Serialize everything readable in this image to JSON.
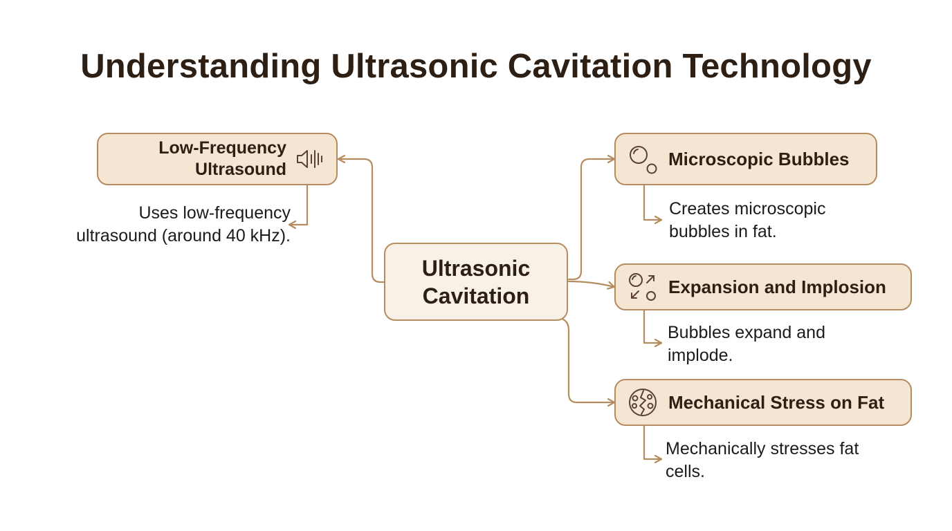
{
  "title": "Understanding Ultrasonic Cavitation Technology",
  "center": {
    "line1": "Ultrasonic",
    "line2": "Cavitation"
  },
  "nodes": {
    "frequency": {
      "line1": "Low-Frequency",
      "line2": "Ultrasound",
      "icon": "speaker-sound-wave-icon",
      "desc_line1": "Uses low-frequency",
      "desc_line2": "ultrasound (around 40 kHz)."
    },
    "bubbles": {
      "label": "Microscopic Bubbles",
      "icon": "bubbles-icon",
      "desc_line1": "Creates microscopic",
      "desc_line2": "bubbles in fat."
    },
    "expansion": {
      "label": "Expansion and Implosion",
      "icon": "expand-implode-icon",
      "desc_line1": "Bubbles expand and",
      "desc_line2": "implode."
    },
    "stress": {
      "label": "Mechanical Stress on Fat",
      "icon": "fat-cell-stress-icon",
      "desc_line1": "Mechanically stresses fat",
      "desc_line2": "cells."
    }
  },
  "colors": {
    "connector": "#b58b60",
    "node_fill": "#f5e6d3",
    "center_fill": "#f8f1e8",
    "text": "#2e1f14"
  }
}
